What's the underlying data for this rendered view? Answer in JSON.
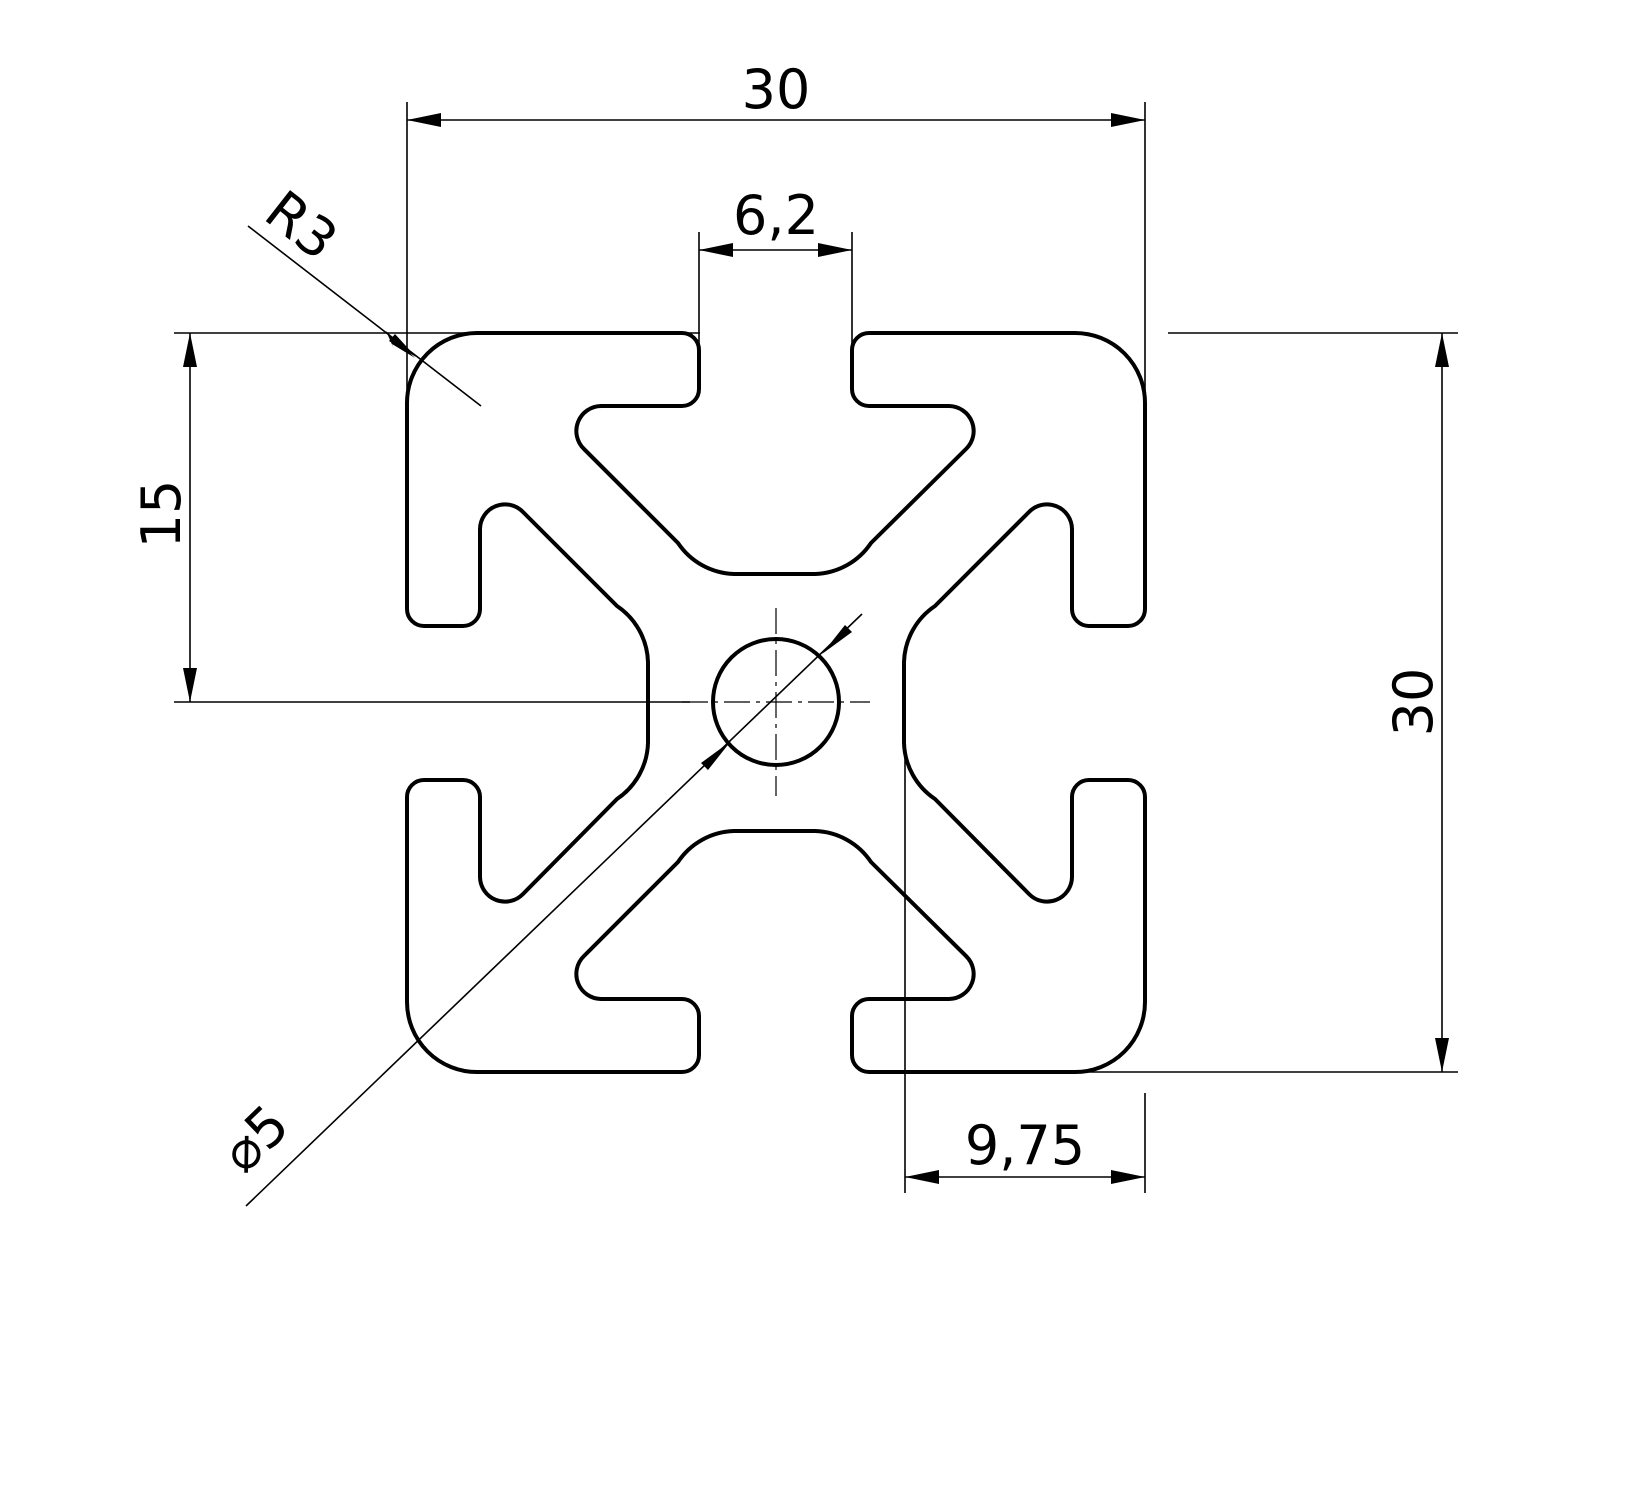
{
  "diagram": {
    "dimensions": {
      "overall_width": "30",
      "overall_height": "30",
      "slot_width": "6,2",
      "half_height": "15",
      "corner_radius": "R3",
      "bore_diameter": "⌀5",
      "edge_offset": "9,75"
    },
    "colors": {
      "line": "#000000",
      "background": "#ffffff"
    }
  }
}
